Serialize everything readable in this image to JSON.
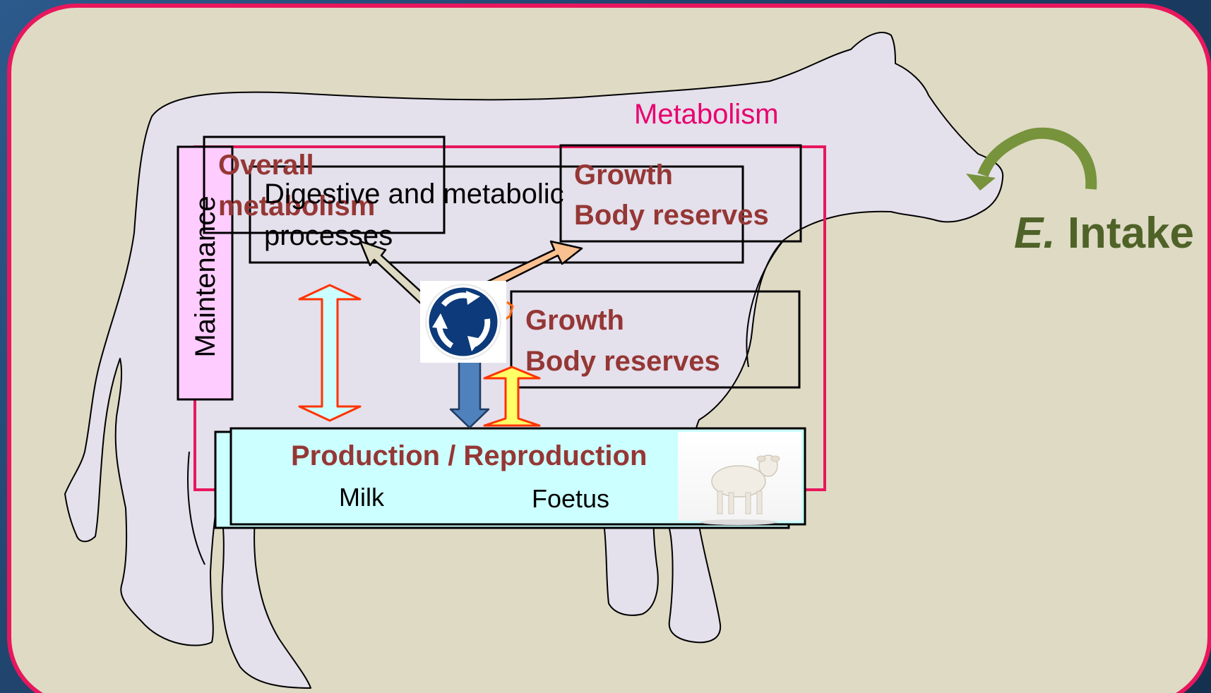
{
  "labels": {
    "metabolism": "Metabolism",
    "maintenance": "Maintenance",
    "overall_line1": "Overall",
    "overall_line2": "metabolism",
    "digestive_line1": "Digestive and metabolic",
    "digestive_line2": "processes",
    "growth_top_line1": "Growth",
    "growth_top_line2": "Body reserves",
    "growth_mid_line1": "Growth",
    "growth_mid_line2": "Body reserves",
    "production": "Production / Reproduction",
    "milk": "Milk",
    "foetus": "Foetus",
    "intake_prefix": "E.",
    "intake_word": "Intake"
  },
  "icons": {
    "roundabout": "roundabout-icon",
    "calf": "calf-image",
    "cow": "cow-silhouette"
  },
  "colors": {
    "panel_bg": "#dedac4",
    "panel_border": "#e8175d",
    "cow_fill": "#e4e0ec",
    "metabolism_text": "#e8006e",
    "brown_text": "#953735",
    "intake_text": "#4f6228",
    "maintenance_fill": "#ffccff",
    "production_fill": "#ccffff",
    "intake_arrow": "#77933c"
  }
}
